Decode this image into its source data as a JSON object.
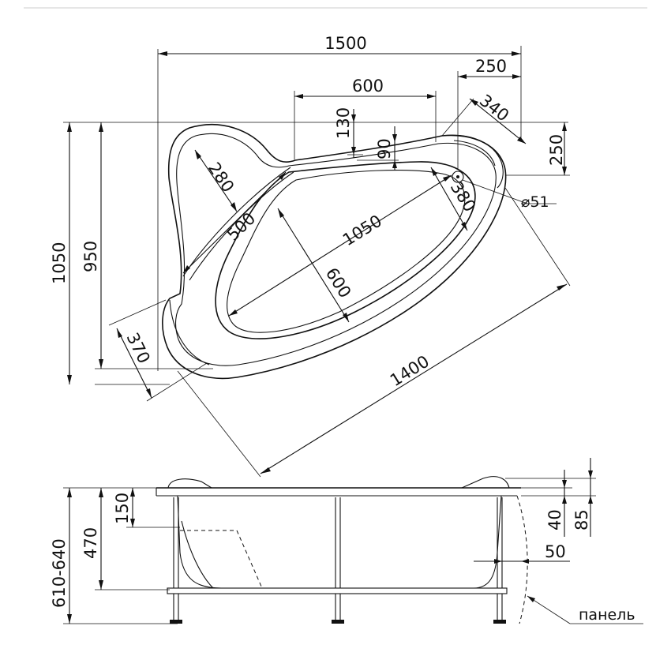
{
  "top_view": {
    "dims": {
      "overall_width": "1500",
      "overall_depth": "1050",
      "inner_depth": "950",
      "top_right_width": "250",
      "top_right_height": "250",
      "inner_segment": "600",
      "rim_130": "130",
      "rim_90": "90",
      "corner_340": "340",
      "diameter_label": "⌀51",
      "headrest_280": "280",
      "headrest_500": "500",
      "diagonal_1050": "1050",
      "basin_width_600": "600",
      "right_380": "380",
      "corner_370": "370",
      "diagonal_1400": "1400"
    }
  },
  "side_view": {
    "dims": {
      "total_height": "610-640",
      "inner_height": "470",
      "rim_offset": "150",
      "rim_40": "40",
      "rim_85": "85",
      "offset_50": "50"
    },
    "panel_label": "панель"
  }
}
